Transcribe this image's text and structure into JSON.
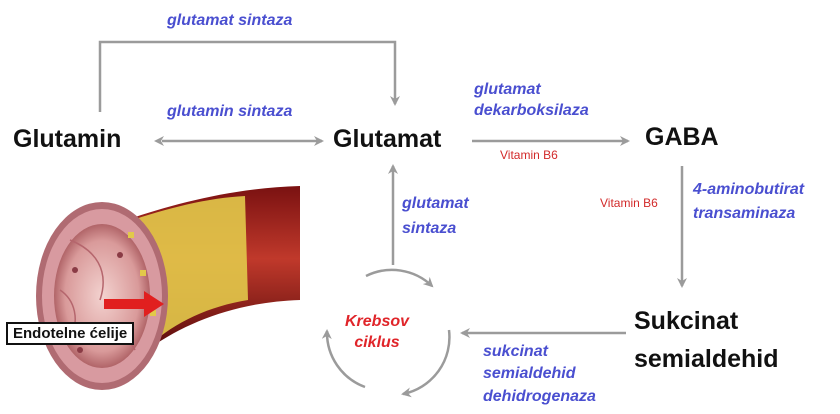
{
  "nodes": {
    "glutamin": "Glutamin",
    "glutamat": "Glutamat",
    "gaba": "GABA",
    "sukcinat_line1": "Sukcinat",
    "sukcinat_line2": "semialdehid"
  },
  "enzymes": {
    "glutamat_sintaza_top": "glutamat sintaza",
    "glutamin_sintaza": "glutamin sintaza",
    "dekarboksilaza_line1": "glutamat",
    "dekarboksilaza_line2": "dekarboksilaza",
    "transaminaza_line1": "4-aminobutirat",
    "transaminaza_line2": "transaminaza",
    "sintaza_krebs_line1": "glutamat",
    "sintaza_krebs_line2": "sintaza",
    "dehidrogenaza_line1": "sukcinat",
    "dehidrogenaza_line2": "semialdehid",
    "dehidrogenaza_line3": "dehidrogenaza"
  },
  "cofactors": {
    "b6_decarboxylase": "Vitamin B6",
    "b6_transaminase": "Vitamin B6"
  },
  "krebs": {
    "line1": "Krebsov",
    "line2": "ciklus"
  },
  "vessel": {
    "label": "Endotelne ćelije"
  },
  "colors": {
    "enzyme_text": "#4a4fd0",
    "cofactor_text": "#d22a2a",
    "krebs_text": "#e0252a",
    "arrow": "#9b9b9b"
  }
}
